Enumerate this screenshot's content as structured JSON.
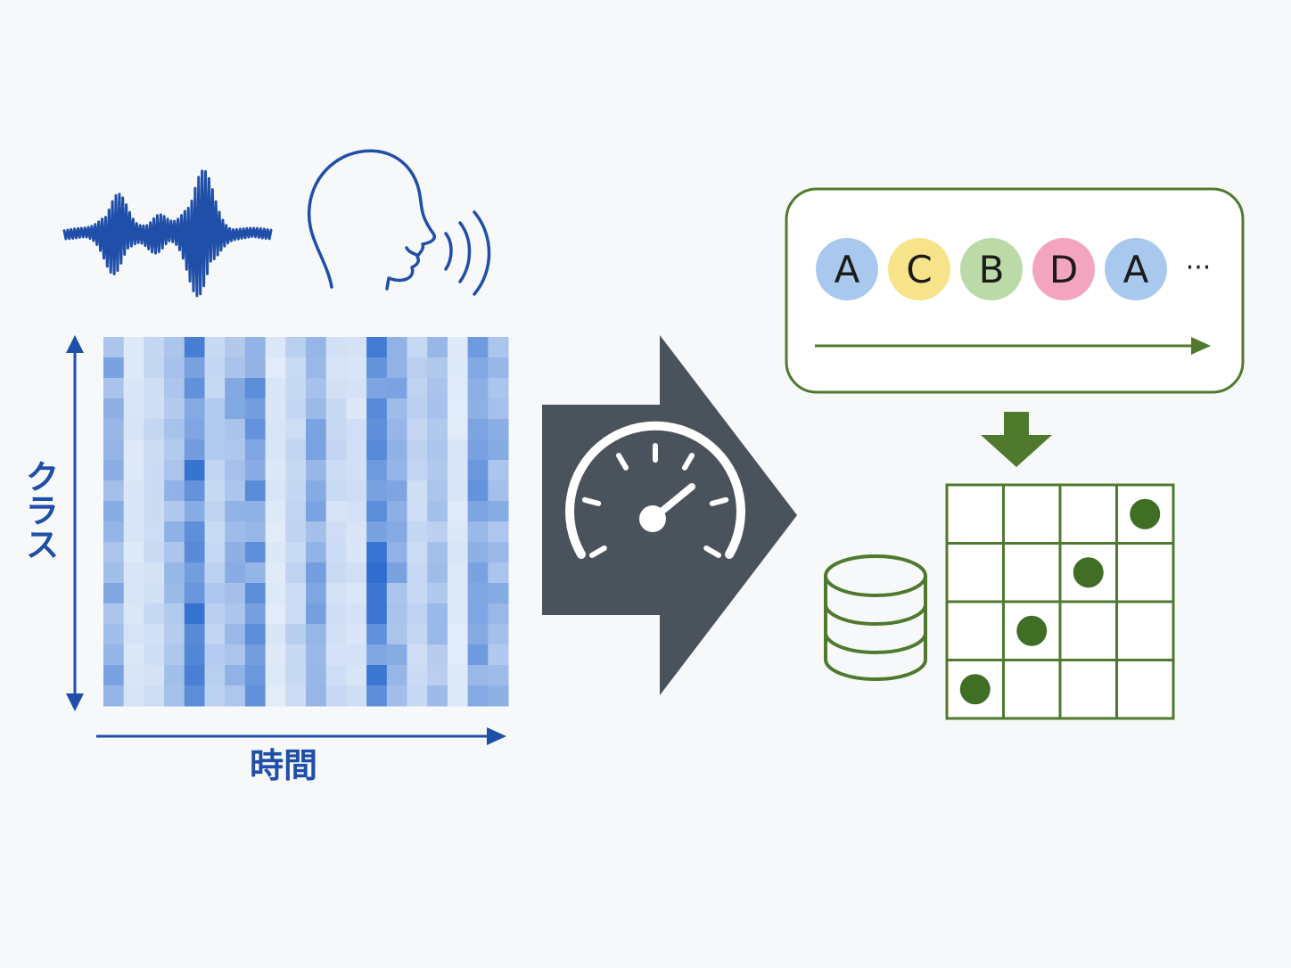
{
  "labels": {
    "y_axis": "クラス",
    "x_axis": "時間"
  },
  "sequence": {
    "tokens": [
      {
        "letter": "A",
        "color": "#a9c8ee"
      },
      {
        "letter": "C",
        "color": "#f6e38a"
      },
      {
        "letter": "B",
        "color": "#bcdaa8"
      },
      {
        "letter": "D",
        "color": "#f3a5bf"
      },
      {
        "letter": "A",
        "color": "#a9c8ee"
      }
    ],
    "ellipsis": "···"
  },
  "colors": {
    "blue": "#1f4fa8",
    "dark": "#4a525c",
    "green": "#4f7a2e",
    "green_dot": "#3f6e24",
    "background": "#f7f8fa"
  },
  "alignment_grid": {
    "rows": 4,
    "cols": 4,
    "dots": [
      [
        0,
        3
      ],
      [
        1,
        2
      ],
      [
        2,
        1
      ],
      [
        3,
        0
      ]
    ]
  },
  "heatmap": {
    "rows": 18,
    "cols": 20,
    "column_profile": [
      0.55,
      0.12,
      0.2,
      0.45,
      0.85,
      0.3,
      0.5,
      0.7,
      0.1,
      0.25,
      0.6,
      0.2,
      0.15,
      0.9,
      0.55,
      0.25,
      0.4,
      0.1,
      0.65,
      0.5
    ]
  }
}
